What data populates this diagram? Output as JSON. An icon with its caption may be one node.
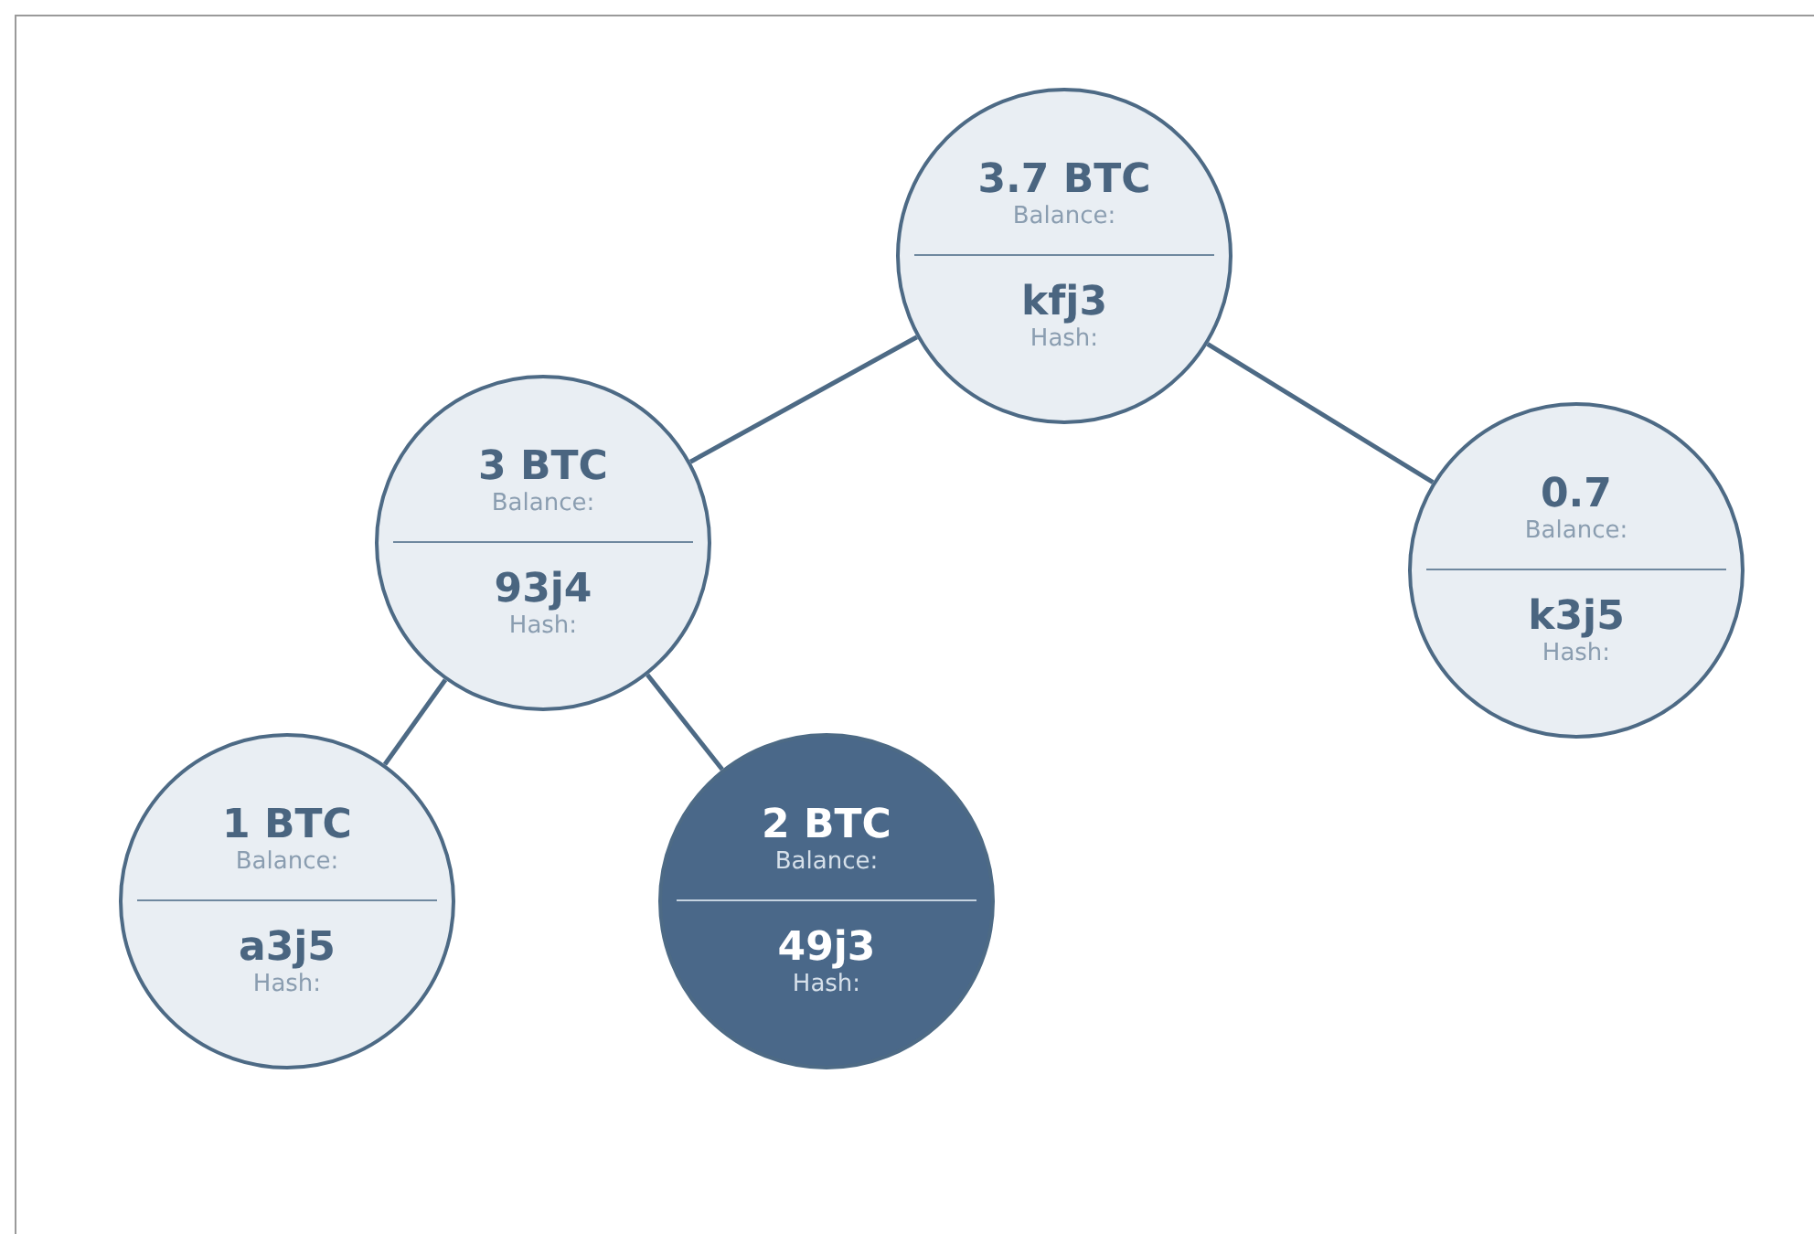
{
  "diagram": {
    "nodes": [
      {
        "text": [
          "3.7 BTC",
          "Balance:",
          "kfj3",
          "Hash:"
        ]
      },
      {
        "text": [
          "3 BTC",
          "Balance:",
          "93j4",
          "Hash:"
        ]
      },
      {
        "text": [
          "0.7",
          "Balance:",
          "k3j5",
          "Hash:"
        ]
      },
      {
        "text": [
          "1 BTC",
          "Balance:",
          "a3j5",
          "Hash:"
        ]
      },
      {
        "text": [
          "2 BTC",
          "Balance:",
          "49j3",
          "Hash:"
        ]
      }
    ],
    "edges": [
      {
        "from": 0,
        "to": 1,
        "arrow": "none"
      },
      {
        "from": 0,
        "to": 2,
        "arrow": "none"
      },
      {
        "from": 1,
        "to": 3,
        "arrow": "none"
      },
      {
        "from": 1,
        "to": 4,
        "arrow": "none"
      }
    ]
  }
}
